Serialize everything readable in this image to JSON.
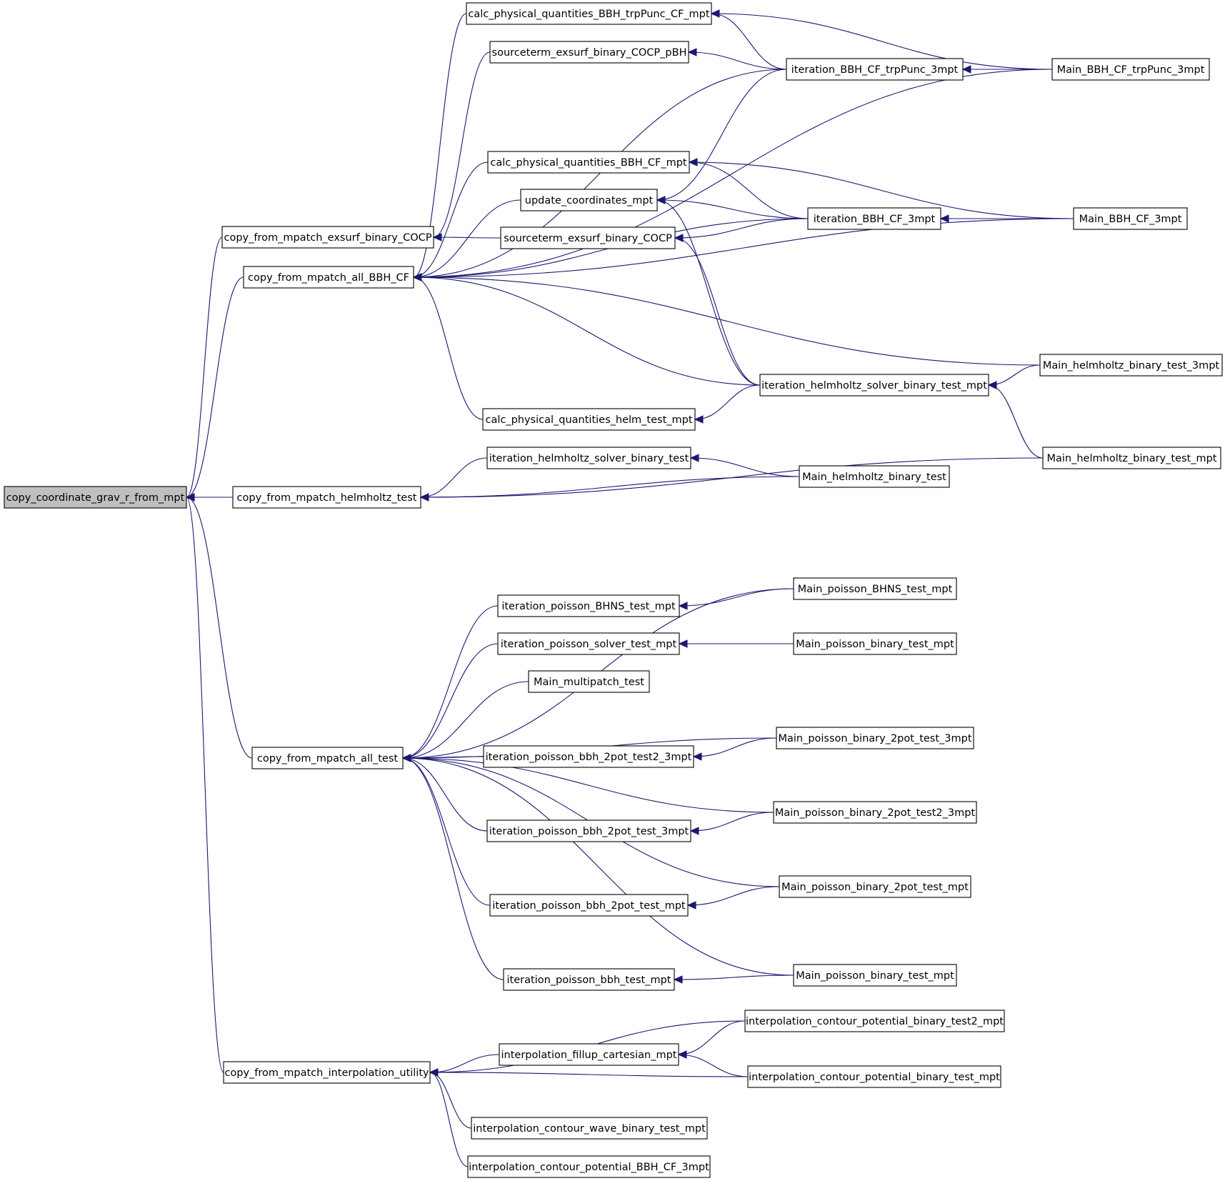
{
  "graph": {
    "type": "doxygen-caller-graph",
    "colors": {
      "edge": "#191970",
      "node_border": "#000000",
      "root_fill": "#bfbfbf",
      "node_fill": "#ffffff",
      "background": "#ffffff"
    },
    "nodes": [
      {
        "id": "root",
        "label": "copy_coordinate_grav_r_from_mpt",
        "highlight": true
      },
      {
        "id": "cfm_exsurf",
        "label": "copy_from_mpatch_exsurf_binary_COCP"
      },
      {
        "id": "cfm_allbbh",
        "label": "copy_from_mpatch_all_BBH_CF"
      },
      {
        "id": "cfm_helm",
        "label": "copy_from_mpatch_helmholtz_test"
      },
      {
        "id": "cfm_alltest",
        "label": "copy_from_mpatch_all_test"
      },
      {
        "id": "cfm_interp",
        "label": "copy_from_mpatch_interpolation_utility"
      },
      {
        "id": "calc_trp",
        "label": "calc_physical_quantities_BBH_trpPunc_CF_mpt"
      },
      {
        "id": "src_pbh",
        "label": "sourceterm_exsurf_binary_COCP_pBH"
      },
      {
        "id": "calc_cf",
        "label": "calc_physical_quantities_BBH_CF_mpt"
      },
      {
        "id": "upd",
        "label": "update_coordinates_mpt"
      },
      {
        "id": "src_cocp",
        "label": "sourceterm_exsurf_binary_COCP"
      },
      {
        "id": "calc_helm",
        "label": "calc_physical_quantities_helm_test_mpt"
      },
      {
        "id": "it_trp",
        "label": "iteration_BBH_CF_trpPunc_3mpt"
      },
      {
        "id": "it_cf3",
        "label": "iteration_BBH_CF_3mpt"
      },
      {
        "id": "it_helm_mpt",
        "label": "iteration_helmholtz_solver_binary_test_mpt"
      },
      {
        "id": "main_trp",
        "label": "Main_BBH_CF_trpPunc_3mpt"
      },
      {
        "id": "main_cf3",
        "label": "Main_BBH_CF_3mpt"
      },
      {
        "id": "main_helm3",
        "label": "Main_helmholtz_binary_test_3mpt"
      },
      {
        "id": "main_helm_mpt",
        "label": "Main_helmholtz_binary_test_mpt"
      },
      {
        "id": "it_helm",
        "label": "iteration_helmholtz_solver_binary_test"
      },
      {
        "id": "main_helm",
        "label": "Main_helmholtz_binary_test"
      },
      {
        "id": "it_bhns",
        "label": "iteration_poisson_BHNS_test_mpt"
      },
      {
        "id": "it_solver",
        "label": "iteration_poisson_solver_test_mpt"
      },
      {
        "id": "main_multi",
        "label": "Main_multipatch_test"
      },
      {
        "id": "it_2pot2",
        "label": "iteration_poisson_bbh_2pot_test2_3mpt"
      },
      {
        "id": "it_2pot3",
        "label": "iteration_poisson_bbh_2pot_test_3mpt"
      },
      {
        "id": "it_2potm",
        "label": "iteration_poisson_bbh_2pot_test_mpt"
      },
      {
        "id": "it_bbh",
        "label": "iteration_poisson_bbh_test_mpt"
      },
      {
        "id": "main_bhns",
        "label": "Main_poisson_BHNS_test_mpt"
      },
      {
        "id": "main_pbin",
        "label": "Main_poisson_binary_test_mpt"
      },
      {
        "id": "main_2pot3",
        "label": "Main_poisson_binary_2pot_test_3mpt"
      },
      {
        "id": "main_2pot2",
        "label": "Main_poisson_binary_2pot_test2_3mpt"
      },
      {
        "id": "main_2potm",
        "label": "Main_poisson_binary_2pot_test_mpt"
      },
      {
        "id": "main_pbin2",
        "label": "Main_poisson_binary_test_mpt"
      },
      {
        "id": "interp_cpt2",
        "label": "interpolation_contour_potential_binary_test2_mpt"
      },
      {
        "id": "interp_fill",
        "label": "interpolation_fillup_cartesian_mpt"
      },
      {
        "id": "interp_cpt",
        "label": "interpolation_contour_potential_binary_test_mpt"
      },
      {
        "id": "interp_wave",
        "label": "interpolation_contour_wave_binary_test_mpt"
      },
      {
        "id": "interp_bbh",
        "label": "interpolation_contour_potential_BBH_CF_3mpt"
      }
    ],
    "edges": [
      {
        "from": "cfm_exsurf",
        "to": "root"
      },
      {
        "from": "cfm_allbbh",
        "to": "root"
      },
      {
        "from": "cfm_helm",
        "to": "root"
      },
      {
        "from": "cfm_alltest",
        "to": "root"
      },
      {
        "from": "cfm_interp",
        "to": "root"
      },
      {
        "from": "src_pbh",
        "to": "cfm_exsurf"
      },
      {
        "from": "src_cocp",
        "to": "cfm_exsurf"
      },
      {
        "from": "calc_trp",
        "to": "cfm_allbbh"
      },
      {
        "from": "calc_cf",
        "to": "cfm_allbbh"
      },
      {
        "from": "upd",
        "to": "cfm_allbbh"
      },
      {
        "from": "it_trp",
        "to": "cfm_allbbh"
      },
      {
        "from": "main_trp",
        "to": "cfm_allbbh"
      },
      {
        "from": "it_cf3",
        "to": "cfm_allbbh"
      },
      {
        "from": "main_cf3",
        "to": "cfm_allbbh"
      },
      {
        "from": "main_helm3",
        "to": "cfm_allbbh"
      },
      {
        "from": "it_helm_mpt",
        "to": "cfm_allbbh"
      },
      {
        "from": "calc_helm",
        "to": "cfm_allbbh"
      },
      {
        "from": "it_helm",
        "to": "cfm_helm"
      },
      {
        "from": "main_helm",
        "to": "cfm_helm"
      },
      {
        "from": "main_helm_mpt",
        "to": "cfm_helm"
      },
      {
        "from": "it_trp",
        "to": "calc_trp"
      },
      {
        "from": "main_trp",
        "to": "calc_trp"
      },
      {
        "from": "it_trp",
        "to": "src_pbh"
      },
      {
        "from": "main_trp",
        "to": "it_trp"
      },
      {
        "from": "it_cf3",
        "to": "calc_cf"
      },
      {
        "from": "main_cf3",
        "to": "calc_cf"
      },
      {
        "from": "it_trp",
        "to": "upd"
      },
      {
        "from": "it_cf3",
        "to": "upd"
      },
      {
        "from": "it_helm_mpt",
        "to": "upd"
      },
      {
        "from": "it_cf3",
        "to": "src_cocp"
      },
      {
        "from": "it_helm_mpt",
        "to": "src_cocp"
      },
      {
        "from": "main_cf3",
        "to": "it_cf3"
      },
      {
        "from": "main_helm3",
        "to": "it_helm_mpt"
      },
      {
        "from": "main_helm_mpt",
        "to": "it_helm_mpt"
      },
      {
        "from": "it_helm_mpt",
        "to": "calc_helm"
      },
      {
        "from": "main_helm",
        "to": "it_helm"
      },
      {
        "from": "it_bhns",
        "to": "cfm_alltest"
      },
      {
        "from": "it_solver",
        "to": "cfm_alltest"
      },
      {
        "from": "main_multi",
        "to": "cfm_alltest"
      },
      {
        "from": "main_bhns",
        "to": "cfm_alltest"
      },
      {
        "from": "main_2pot3",
        "to": "cfm_alltest"
      },
      {
        "from": "it_2pot2",
        "to": "cfm_alltest"
      },
      {
        "from": "main_2pot2",
        "to": "cfm_alltest"
      },
      {
        "from": "it_2pot3",
        "to": "cfm_alltest"
      },
      {
        "from": "main_2potm",
        "to": "cfm_alltest"
      },
      {
        "from": "it_2potm",
        "to": "cfm_alltest"
      },
      {
        "from": "main_pbin2",
        "to": "cfm_alltest"
      },
      {
        "from": "it_bbh",
        "to": "cfm_alltest"
      },
      {
        "from": "main_bhns",
        "to": "it_bhns"
      },
      {
        "from": "main_pbin",
        "to": "it_solver"
      },
      {
        "from": "main_2pot3",
        "to": "it_2pot2"
      },
      {
        "from": "main_2pot2",
        "to": "it_2pot3"
      },
      {
        "from": "main_2potm",
        "to": "it_2potm"
      },
      {
        "from": "main_pbin2",
        "to": "it_bbh"
      },
      {
        "from": "interp_cpt2",
        "to": "cfm_interp"
      },
      {
        "from": "interp_fill",
        "to": "cfm_interp"
      },
      {
        "from": "interp_cpt",
        "to": "cfm_interp"
      },
      {
        "from": "interp_wave",
        "to": "cfm_interp"
      },
      {
        "from": "interp_bbh",
        "to": "cfm_interp"
      },
      {
        "from": "interp_cpt2",
        "to": "interp_fill"
      },
      {
        "from": "interp_cpt",
        "to": "interp_fill"
      }
    ]
  }
}
